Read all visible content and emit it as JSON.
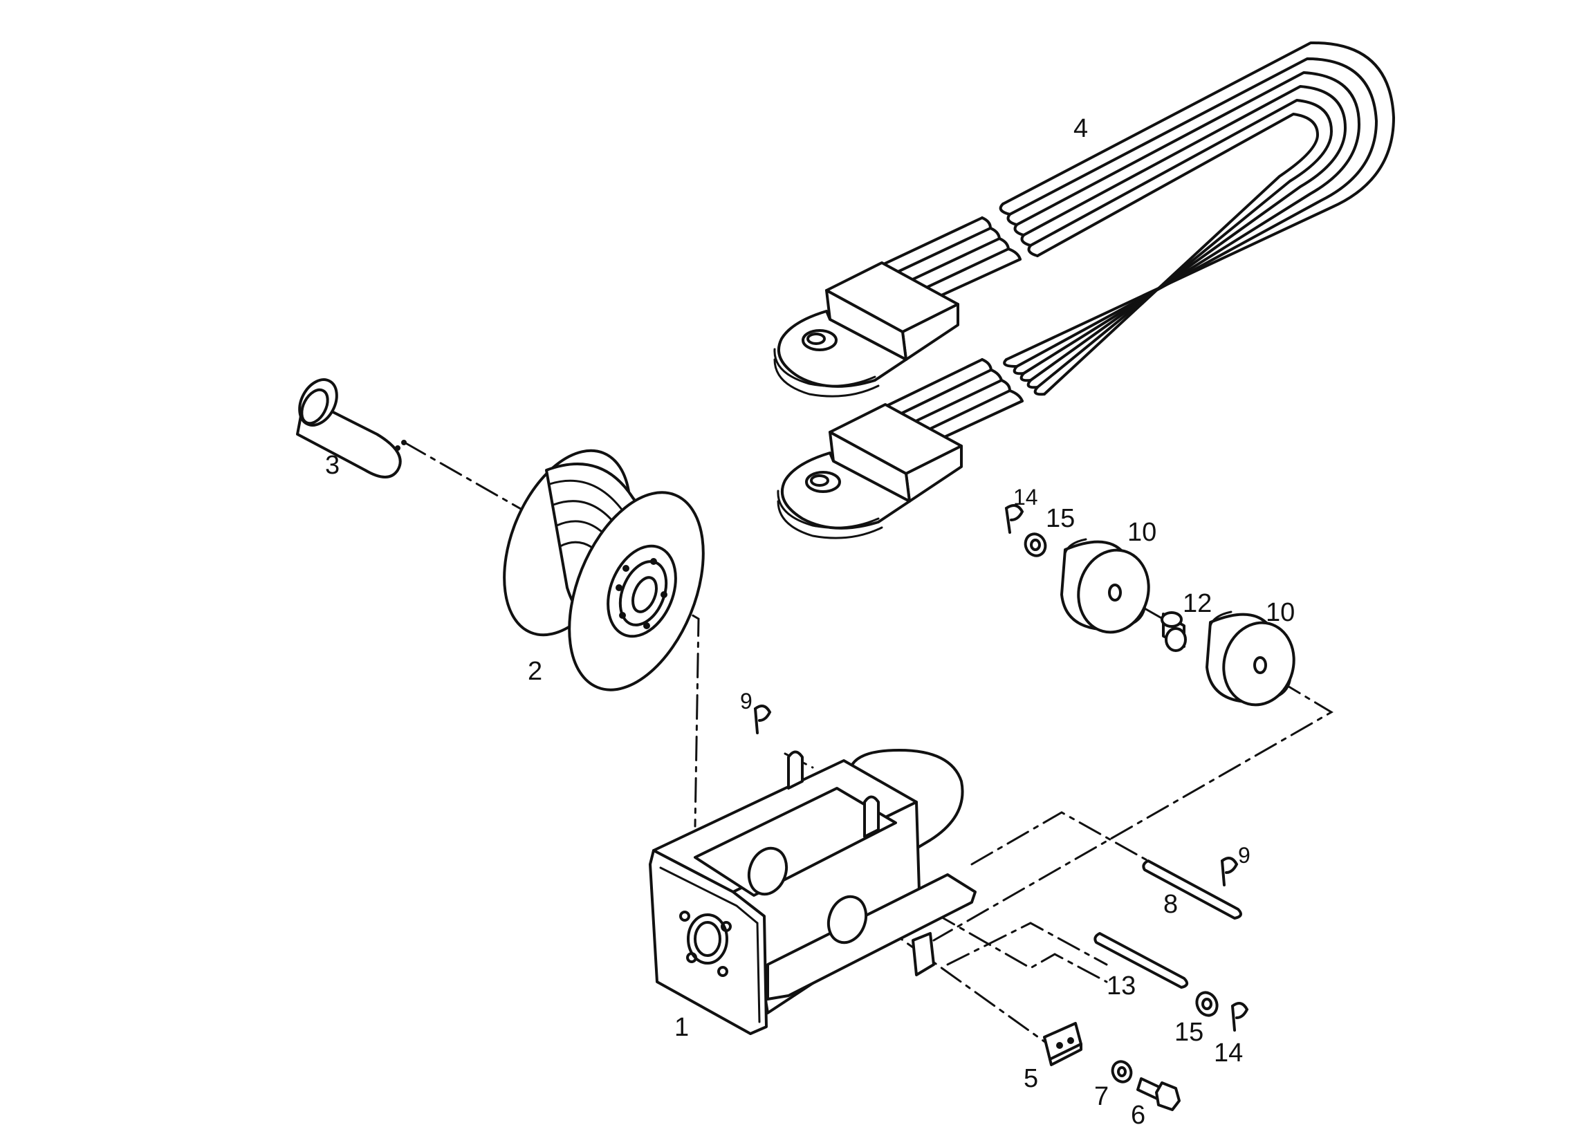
{
  "labels": {
    "p1": "1",
    "p2": "2",
    "p3": "3",
    "p4": "4",
    "p5": "5",
    "p6": "6",
    "p7": "7",
    "p8": "8",
    "p9a": "9",
    "p9b": "9",
    "p10a": "10",
    "p10b": "10",
    "p12": "12",
    "p13": "13",
    "p14a": "14",
    "p14b": "14",
    "p15a": "15",
    "p15b": "15"
  }
}
